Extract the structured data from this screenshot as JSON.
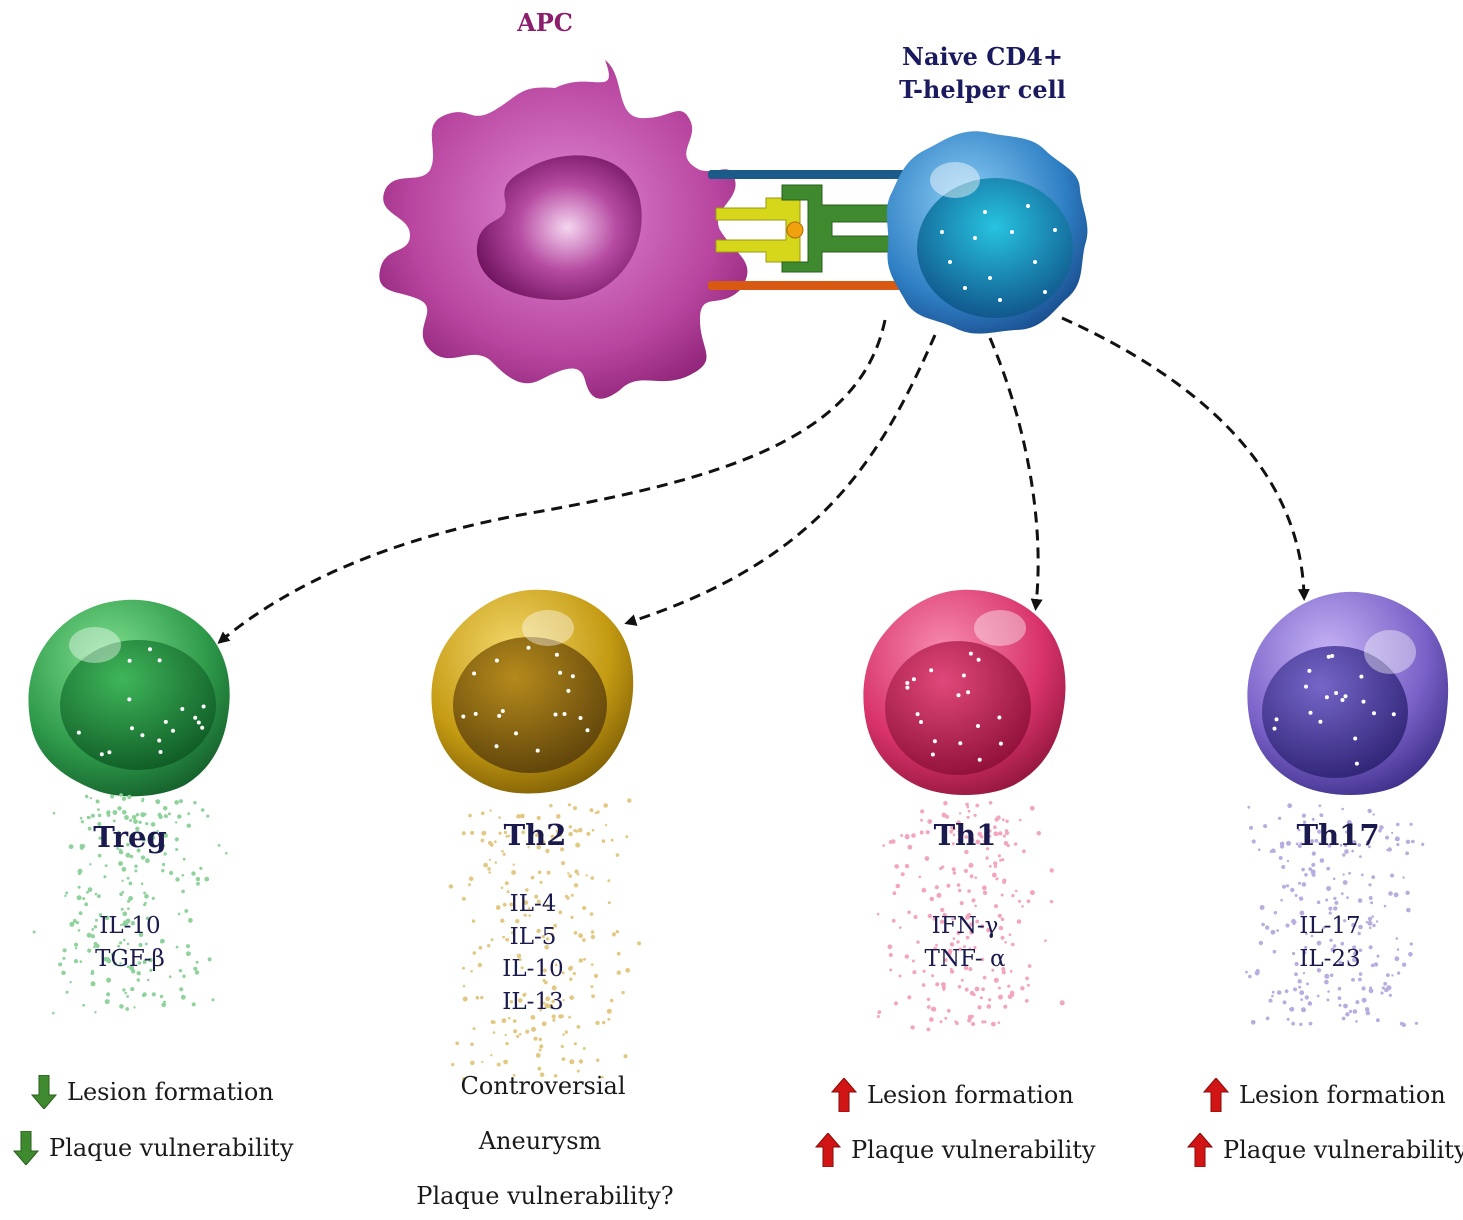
{
  "labels": {
    "apc": "APC",
    "naive_line1": "Naive CD4+",
    "naive_line2": "T-helper cell"
  },
  "subsets": [
    {
      "name": "Treg",
      "color": "#2e9a4a",
      "cytokines": [
        "IL-10",
        "TGF-β"
      ],
      "effects": [
        {
          "arrow": "down",
          "text": "Lesion formation"
        },
        {
          "arrow": "down",
          "text": "Plaque vulnerability"
        }
      ]
    },
    {
      "name": "Th2",
      "color": "#c49a12",
      "cytokines": [
        "IL-4",
        "IL-5",
        "IL-10",
        "IL-13"
      ],
      "effects": [
        {
          "arrow": "none",
          "text": "Controversial"
        },
        {
          "arrow": "none",
          "text": "Aneurysm"
        },
        {
          "arrow": "none",
          "text": "Plaque vulnerability?"
        }
      ]
    },
    {
      "name": "Th1",
      "color": "#d8336a",
      "cytokines": [
        "IFN-γ",
        "TNF- α"
      ],
      "effects": [
        {
          "arrow": "up",
          "text": "Lesion formation"
        },
        {
          "arrow": "up",
          "text": "Plaque vulnerability"
        }
      ]
    },
    {
      "name": "Th17",
      "color": "#7a62c8",
      "cytokines": [
        "IL-17",
        "IL-23"
      ],
      "effects": [
        {
          "arrow": "up",
          "text": "Lesion formation"
        },
        {
          "arrow": "up",
          "text": "Plaque vulnerability"
        }
      ]
    }
  ],
  "colors": {
    "apc": "#b23a9e",
    "naive": "#2f86c8",
    "down_arrow": "#3f8a2e",
    "up_arrow": "#d11414"
  }
}
